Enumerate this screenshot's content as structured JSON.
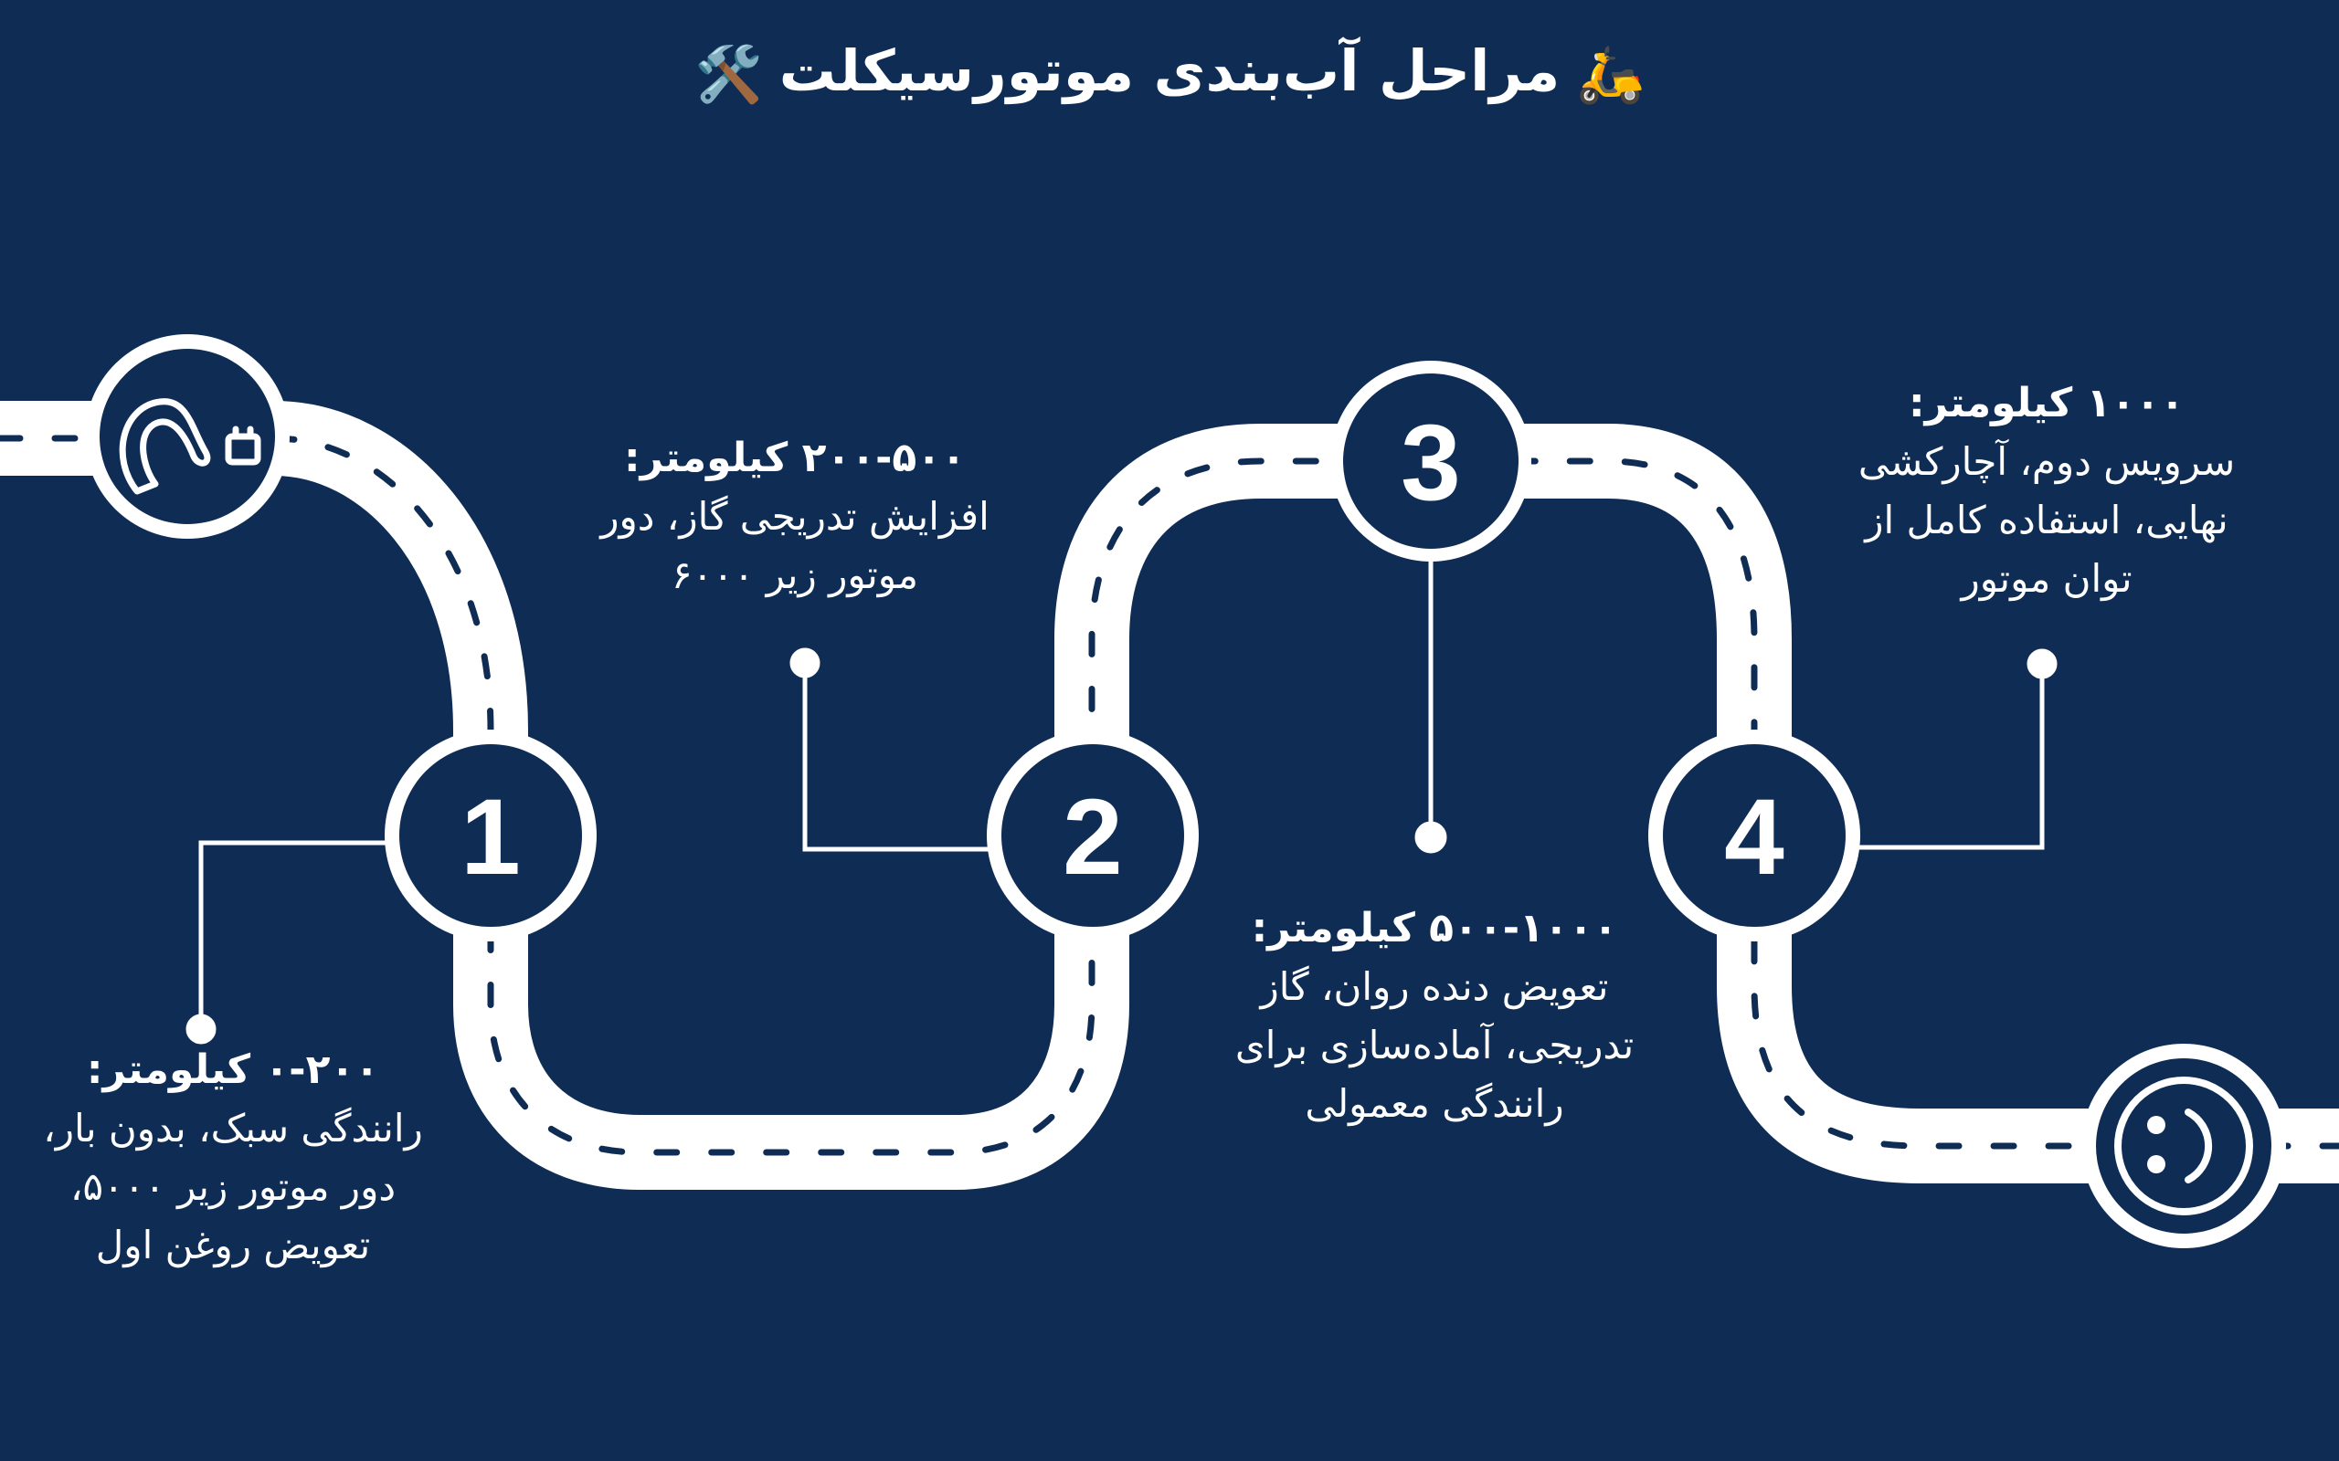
{
  "title": {
    "text": "مراحل آب‌بندی موتورسیکلت",
    "icon_right": "🛠️",
    "icon_left": "🛵"
  },
  "colors": {
    "background": "#0f2c55",
    "road": "#ffffff",
    "lane_marking": "#0f2c55",
    "text": "#ffffff"
  },
  "start_icon": "engine-oil-icon",
  "end_icon": "smiley-icon",
  "steps": [
    {
      "number": "1",
      "heading": "۰-۲۰۰ کیلومتر:",
      "lines": [
        "رانندگی سبک، بدون بار،",
        "دور موتور زیر ۵۰۰۰،",
        "تعویض روغن اول"
      ]
    },
    {
      "number": "2",
      "heading": "۲۰۰-۵۰۰ کیلومتر:",
      "lines": [
        "افزایش تدریجی گاز، دور",
        "موتور زیر ۶۰۰۰"
      ]
    },
    {
      "number": "3",
      "heading": "۵۰۰-۱۰۰۰ کیلومتر:",
      "lines": [
        "تعویض دنده روان، گاز",
        "تدریجی، آماده‌سازی برای",
        "رانندگی معمولی"
      ]
    },
    {
      "number": "4",
      "heading": "۱۰۰۰ کیلومتر:",
      "lines": [
        "سرویس دوم، آچارکشی",
        "نهایی، استفاده کامل از",
        "توان موتور"
      ]
    }
  ]
}
